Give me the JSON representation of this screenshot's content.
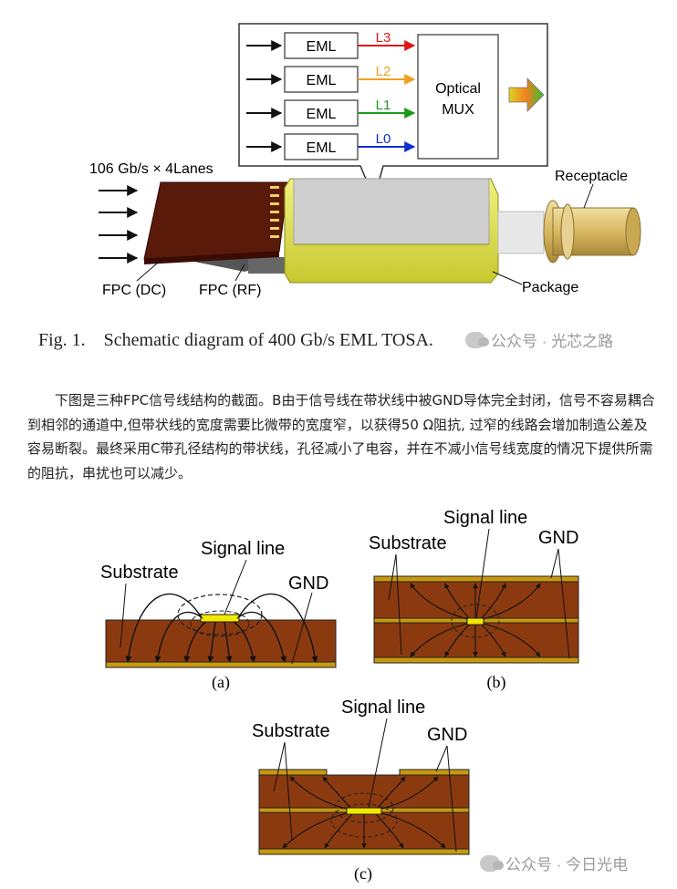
{
  "fig1": {
    "eml_label": "EML",
    "lanes": [
      "L3",
      "L2",
      "L1",
      "L0"
    ],
    "lane_colors": [
      "#e01515",
      "#f0a020",
      "#1a9a1a",
      "#1030d0"
    ],
    "mux_line1": "Optical",
    "mux_line2": "MUX",
    "bitrate": "106 Gb/s × 4Lanes",
    "receptacle": "Receptacle",
    "package": "Package",
    "fpc_dc": "FPC (DC)",
    "fpc_rf": "FPC (RF)",
    "caption": "Fig. 1.    Schematic diagram of 400 Gb/s EML TOSA."
  },
  "watermark1": "公众号 · 光芯之路",
  "paragraph": "下图是三种FPC信号线结构的截面。B由于信号线在带状线中被GND导体完全封闭，信号不容易耦合到相邻的通道中,但带状线的宽度需要比微带的宽度窄，以获得50 Ω阻抗, 过窄的线路会增加制造公差及容易断裂。最终采用C带孔径结构的带状线，孔径减小了电容，并在不减小信号线宽度的情况下提供所需的阻抗，串扰也可以减少。",
  "fig2": {
    "a": {
      "substrate": "Substrate",
      "signal": "Signal line",
      "gnd": "GND",
      "label": "(a)"
    },
    "b": {
      "substrate": "Substrate",
      "signal": "Signal line",
      "gnd": "GND",
      "label": "(b)"
    },
    "c": {
      "substrate": "Substrate",
      "signal": "Signal line",
      "gnd": "GND",
      "label": "(c)"
    }
  },
  "watermark2": "公众号 · 今日光电",
  "colors": {
    "substrate": "#8b3a10",
    "gnd": "#c89810",
    "signal": "#f2e800",
    "fpc": "#5a1a0a",
    "package": "#d8d84a"
  }
}
